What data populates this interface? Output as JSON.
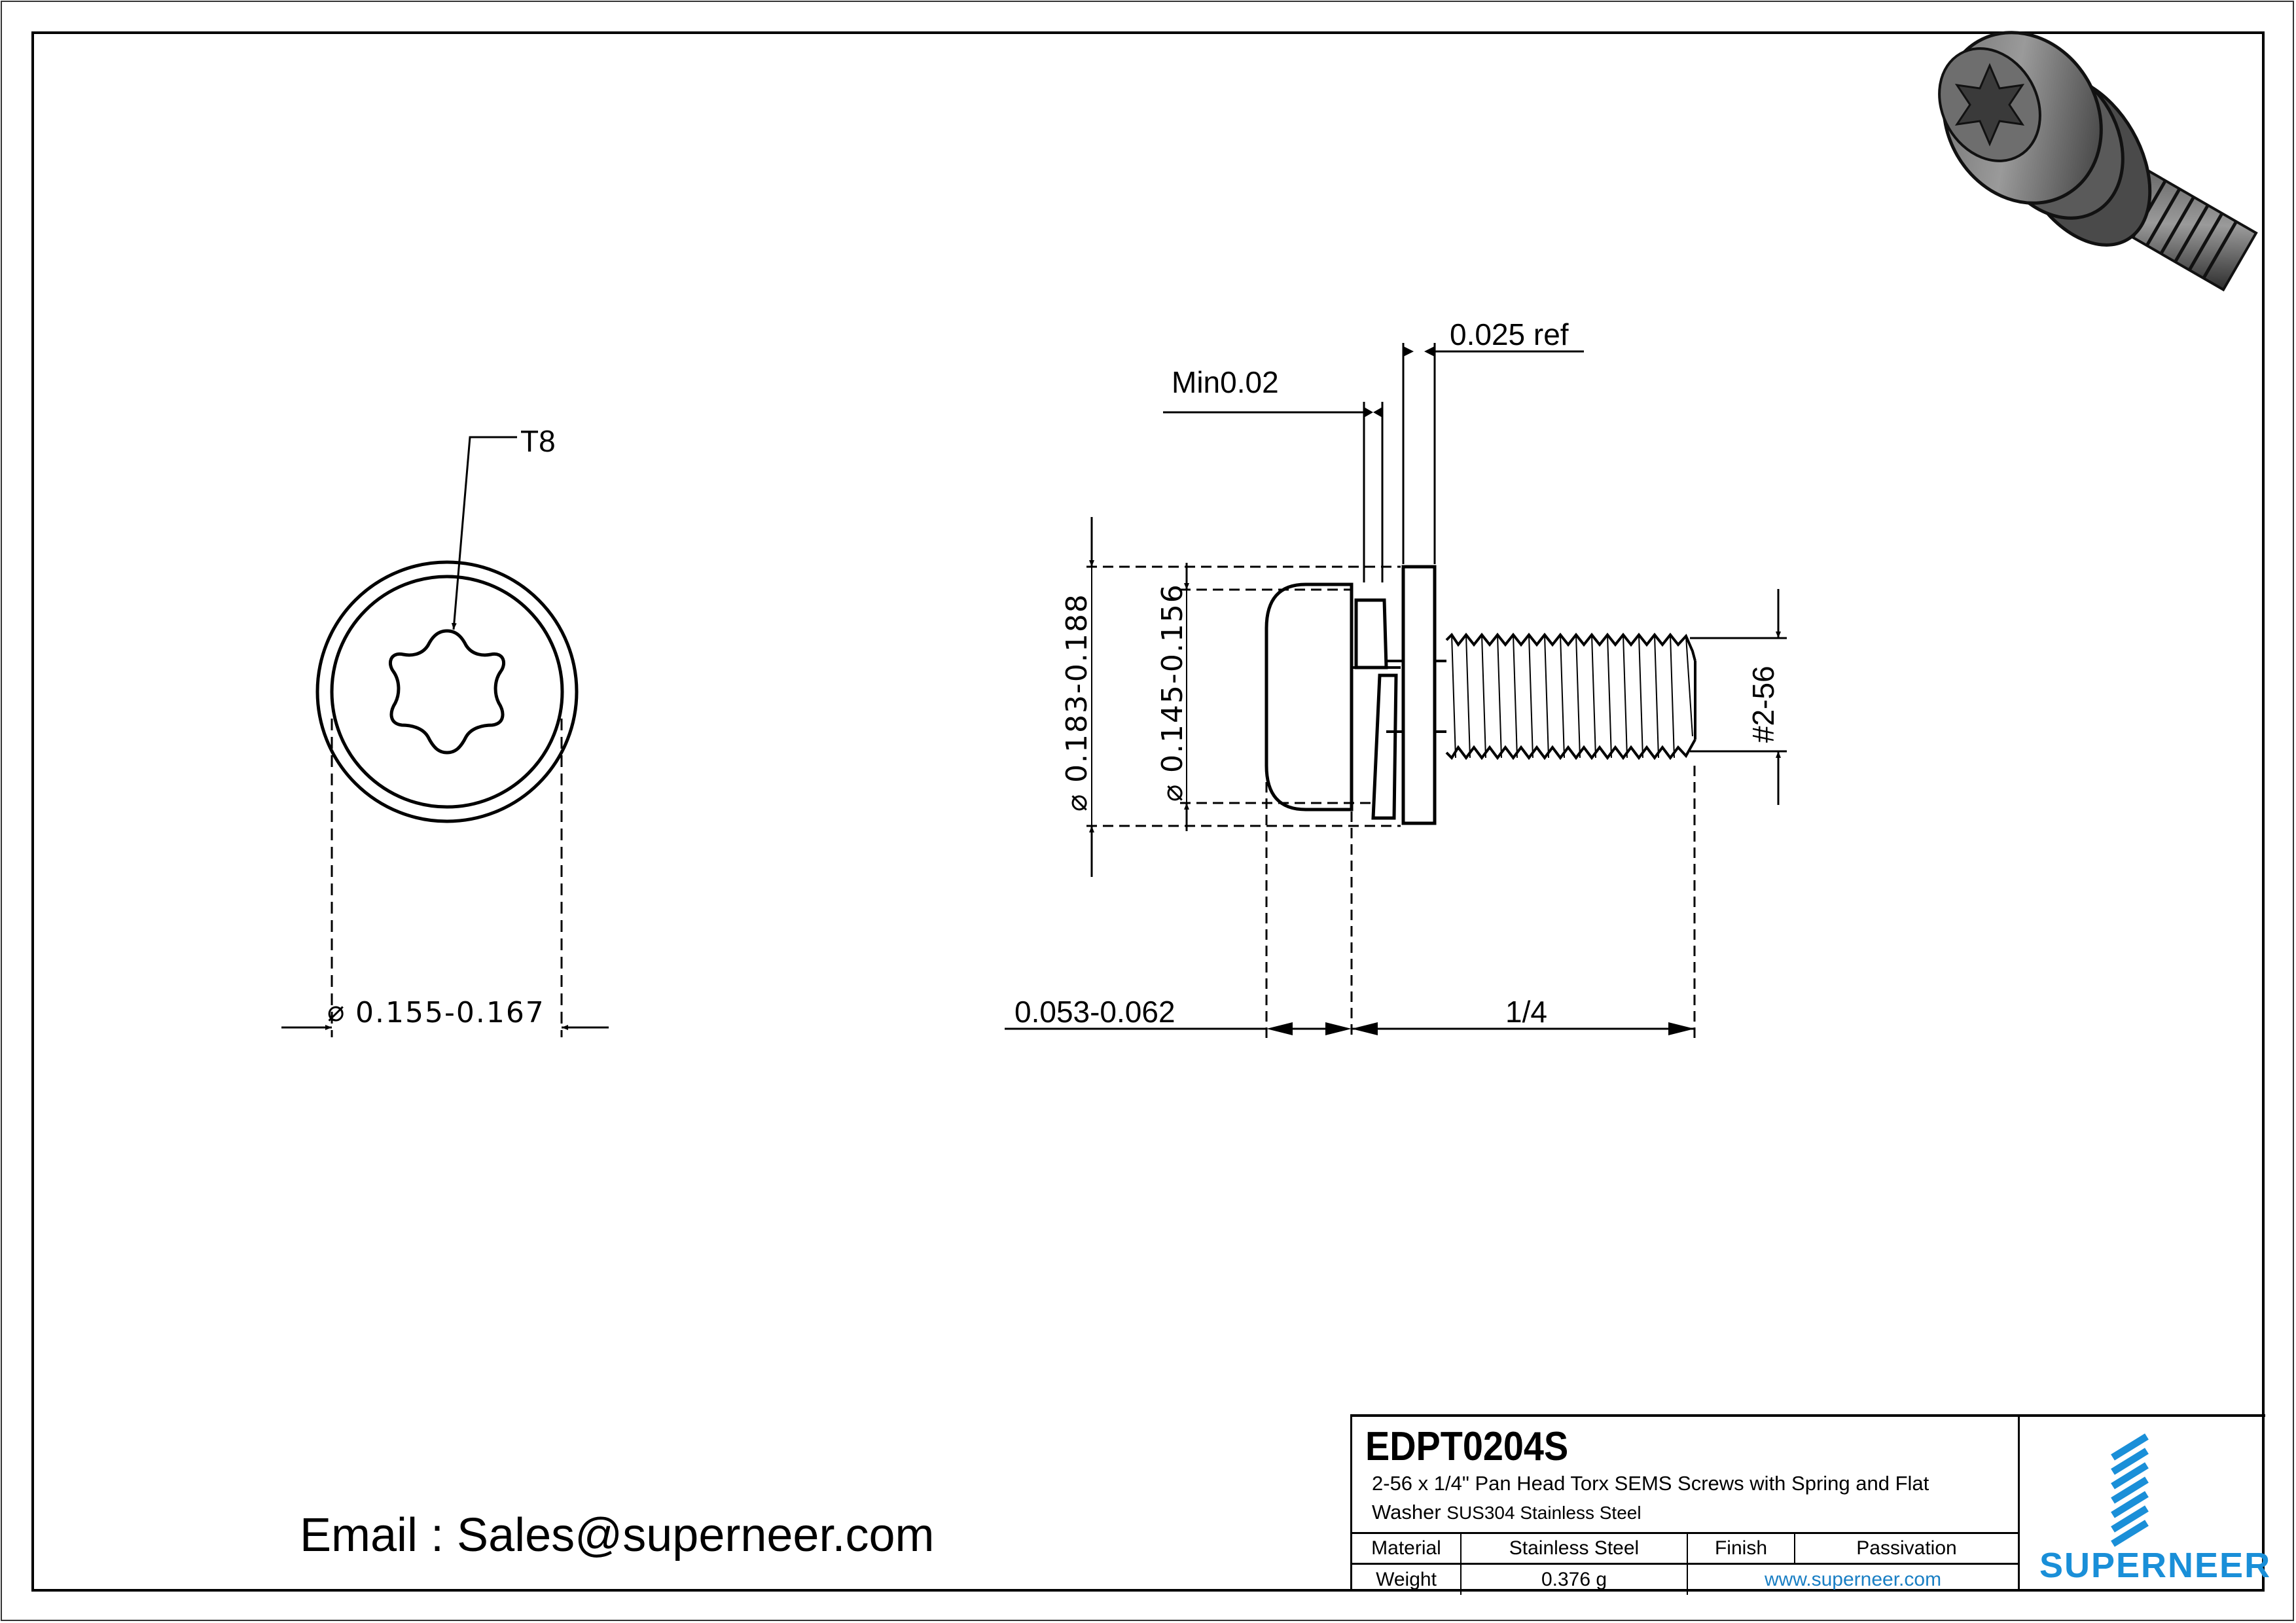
{
  "drawing": {
    "type": "engineering-drawing",
    "front_view": {
      "drive_label": "T8",
      "head_diameter": "0.155-0.167",
      "diameter_symbol": "⌀"
    },
    "side_view": {
      "dims": {
        "spring_washer_min": "Min0.02",
        "flat_washer_thickness": "0.025 ref",
        "washer_od": "0.183-0.188",
        "spring_od": "0.145-0.156",
        "thread": "#2-56",
        "head_height": "0.053-0.062",
        "length": "1/4"
      }
    },
    "iso_view": {
      "icon": "screw-3d-render-icon"
    }
  },
  "contact": {
    "email_line": "Email : Sales@superneer.com"
  },
  "title_block": {
    "part_number": "EDPT0204S",
    "description_line1": "2-56 x 1/4\" Pan Head Torx SEMS Screws with Spring and Flat",
    "description_line2_prefix": "Washer",
    "description_line2_material": "SUS304 Stainless Steel",
    "material_label": "Material",
    "material_value": "Stainless Steel",
    "finish_label": "Finish",
    "finish_value": "Passivation",
    "weight_label": "Weight",
    "weight_value": "0.376 g",
    "website": "www.superneer.com",
    "brand": "SUPERNEER",
    "brand_color": "#1a8fd8"
  }
}
